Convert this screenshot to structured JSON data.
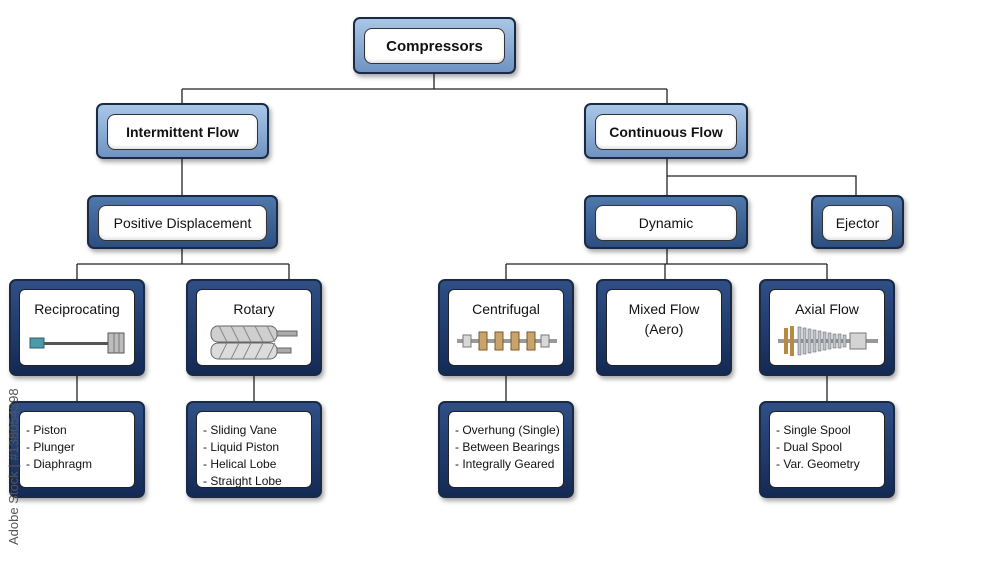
{
  "nodes": {
    "root": "Compressors",
    "intermittent": "Intermittent Flow",
    "continuous": "Continuous Flow",
    "positive_displacement": "Positive Displacement",
    "dynamic": "Dynamic",
    "ejector": "Ejector",
    "reciprocating": "Reciprocating",
    "rotary": "Rotary",
    "centrifugal": "Centrifugal",
    "mixed_flow": "Mixed Flow\n(Aero)",
    "axial_flow": "Axial Flow"
  },
  "lists": {
    "reciprocating": [
      "- Piston",
      "- Plunger",
      "- Diaphragm"
    ],
    "rotary": [
      "- Sliding Vane",
      "- Liquid Piston",
      "- Helical Lobe",
      "- Straight Lobe"
    ],
    "centrifugal": [
      "- Overhung (Single)",
      "- Between Bearings",
      "- Integrally Geared"
    ],
    "axial_flow": [
      "- Single Spool",
      "- Dual Spool",
      "- Var. Geometry"
    ]
  },
  "watermark": "Adobe Stock | #138054398",
  "colors": {
    "light_frame": "#8eb0d8",
    "mid_frame": "#3d6296",
    "dark_frame": "#1f3a6a"
  }
}
